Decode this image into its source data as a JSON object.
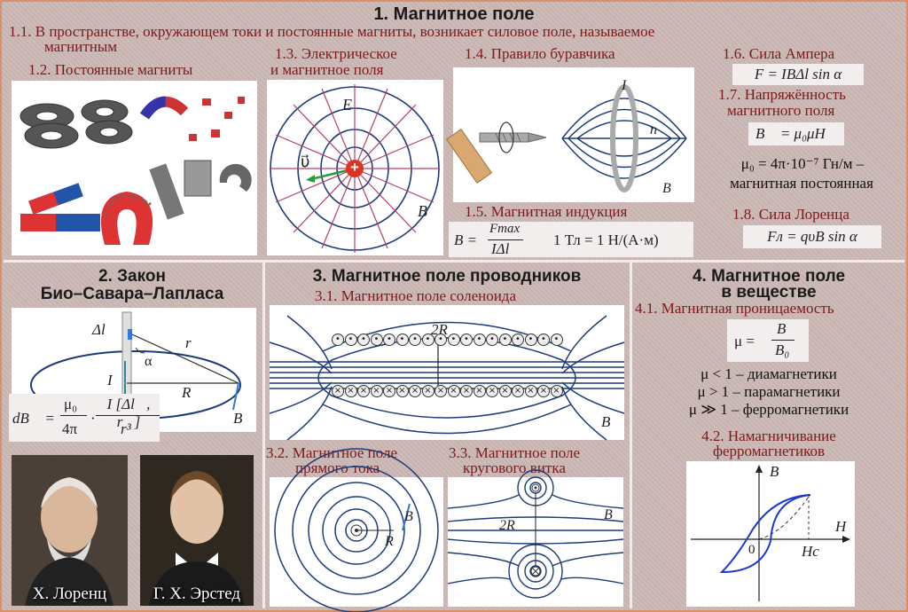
{
  "title": "1. Магнитное поле",
  "s1": {
    "p1_1": "1.1. В пространстве, окружающем токи и постоянные магниты, возникает силовое поле, называемое",
    "p1_1b": "магнитным",
    "p1_2": "1.2. Постоянные магниты",
    "p1_3a": "1.3. Электрическое",
    "p1_3b": "и магнитное поля",
    "p1_4": "1.4. Правило буравчика",
    "p1_5": "1.5. Магнитная индукция",
    "p1_6": "1.6. Сила Ампера",
    "p1_7a": "1.7. Напряжённость",
    "p1_7b": "магнитного поля",
    "p1_8": "1.8. Сила Лоренца",
    "f_ampere": "F = IBΔl sin α",
    "f_h": "B⃗ = μ₀μH⃗",
    "f_mu0": "μ₀ = 4π·10⁻⁷ Гн/м –",
    "f_mu0b": "магнитная постоянная",
    "f_lorentz": "Fл = qυB sin α",
    "f_b_lhs": "B =",
    "f_b_num": "Fmax",
    "f_b_den": "IΔl",
    "f_tesla": "1 Тл = 1 Н/(А·м)",
    "lbl_E": "E⃗",
    "lbl_v": "υ⃗",
    "lbl_B": "B⃗",
    "lbl_I": "I⃗",
    "lbl_n": "n⃗",
    "lbl_plus": "+"
  },
  "s2": {
    "title_a": "2. Закон",
    "title_b": "Био–Савара–Лапласа",
    "lbl_dl": "Δl⃗",
    "lbl_r": "r⃗",
    "lbl_alpha": "α",
    "lbl_I": "I⃗",
    "lbl_R": "R",
    "lbl_B": "B⃗",
    "f_lhs": "dB⃗ =",
    "f_num1": "μ₀",
    "f_den1": "4π",
    "f_num2": "I [Δl⃗, r⃗]",
    "f_den2": "r³",
    "portrait1": "Х. Лоренц",
    "portrait2": "Г. Х. Эрстед"
  },
  "s3": {
    "title": "3. Магнитное поле проводников",
    "p3_1": "3.1. Магнитное поле соленоида",
    "p3_2a": "3.2. Магнитное поле",
    "p3_2b": "прямого тока",
    "p3_3a": "3.3. Магнитное поле",
    "p3_3b": "кругового витка",
    "lbl_2R": "2R",
    "lbl_B": "B⃗",
    "lbl_R": "R"
  },
  "s4": {
    "title_a": "4. Магнитное поле",
    "title_b": "в веществе",
    "p4_1": "4.1. Магнитная проницаемость",
    "f_mu_lhs": "μ =",
    "f_mu_num": "B",
    "f_mu_den": "B₀",
    "l1": "μ < 1 – диамагнетики",
    "l2": "μ > 1 – парамагнетики",
    "l3": "μ ≫ 1 – ферромагнетики",
    "p4_2a": "4.2. Намагничивание",
    "p4_2b": "ферромагнетиков",
    "ax_B": "B",
    "ax_H": "H",
    "ax_0": "0",
    "ax_Hc": "Hc"
  },
  "colors": {
    "subtitle": "#7a1a1a",
    "field": "#1c3b7a",
    "efield": "#b0406a"
  }
}
